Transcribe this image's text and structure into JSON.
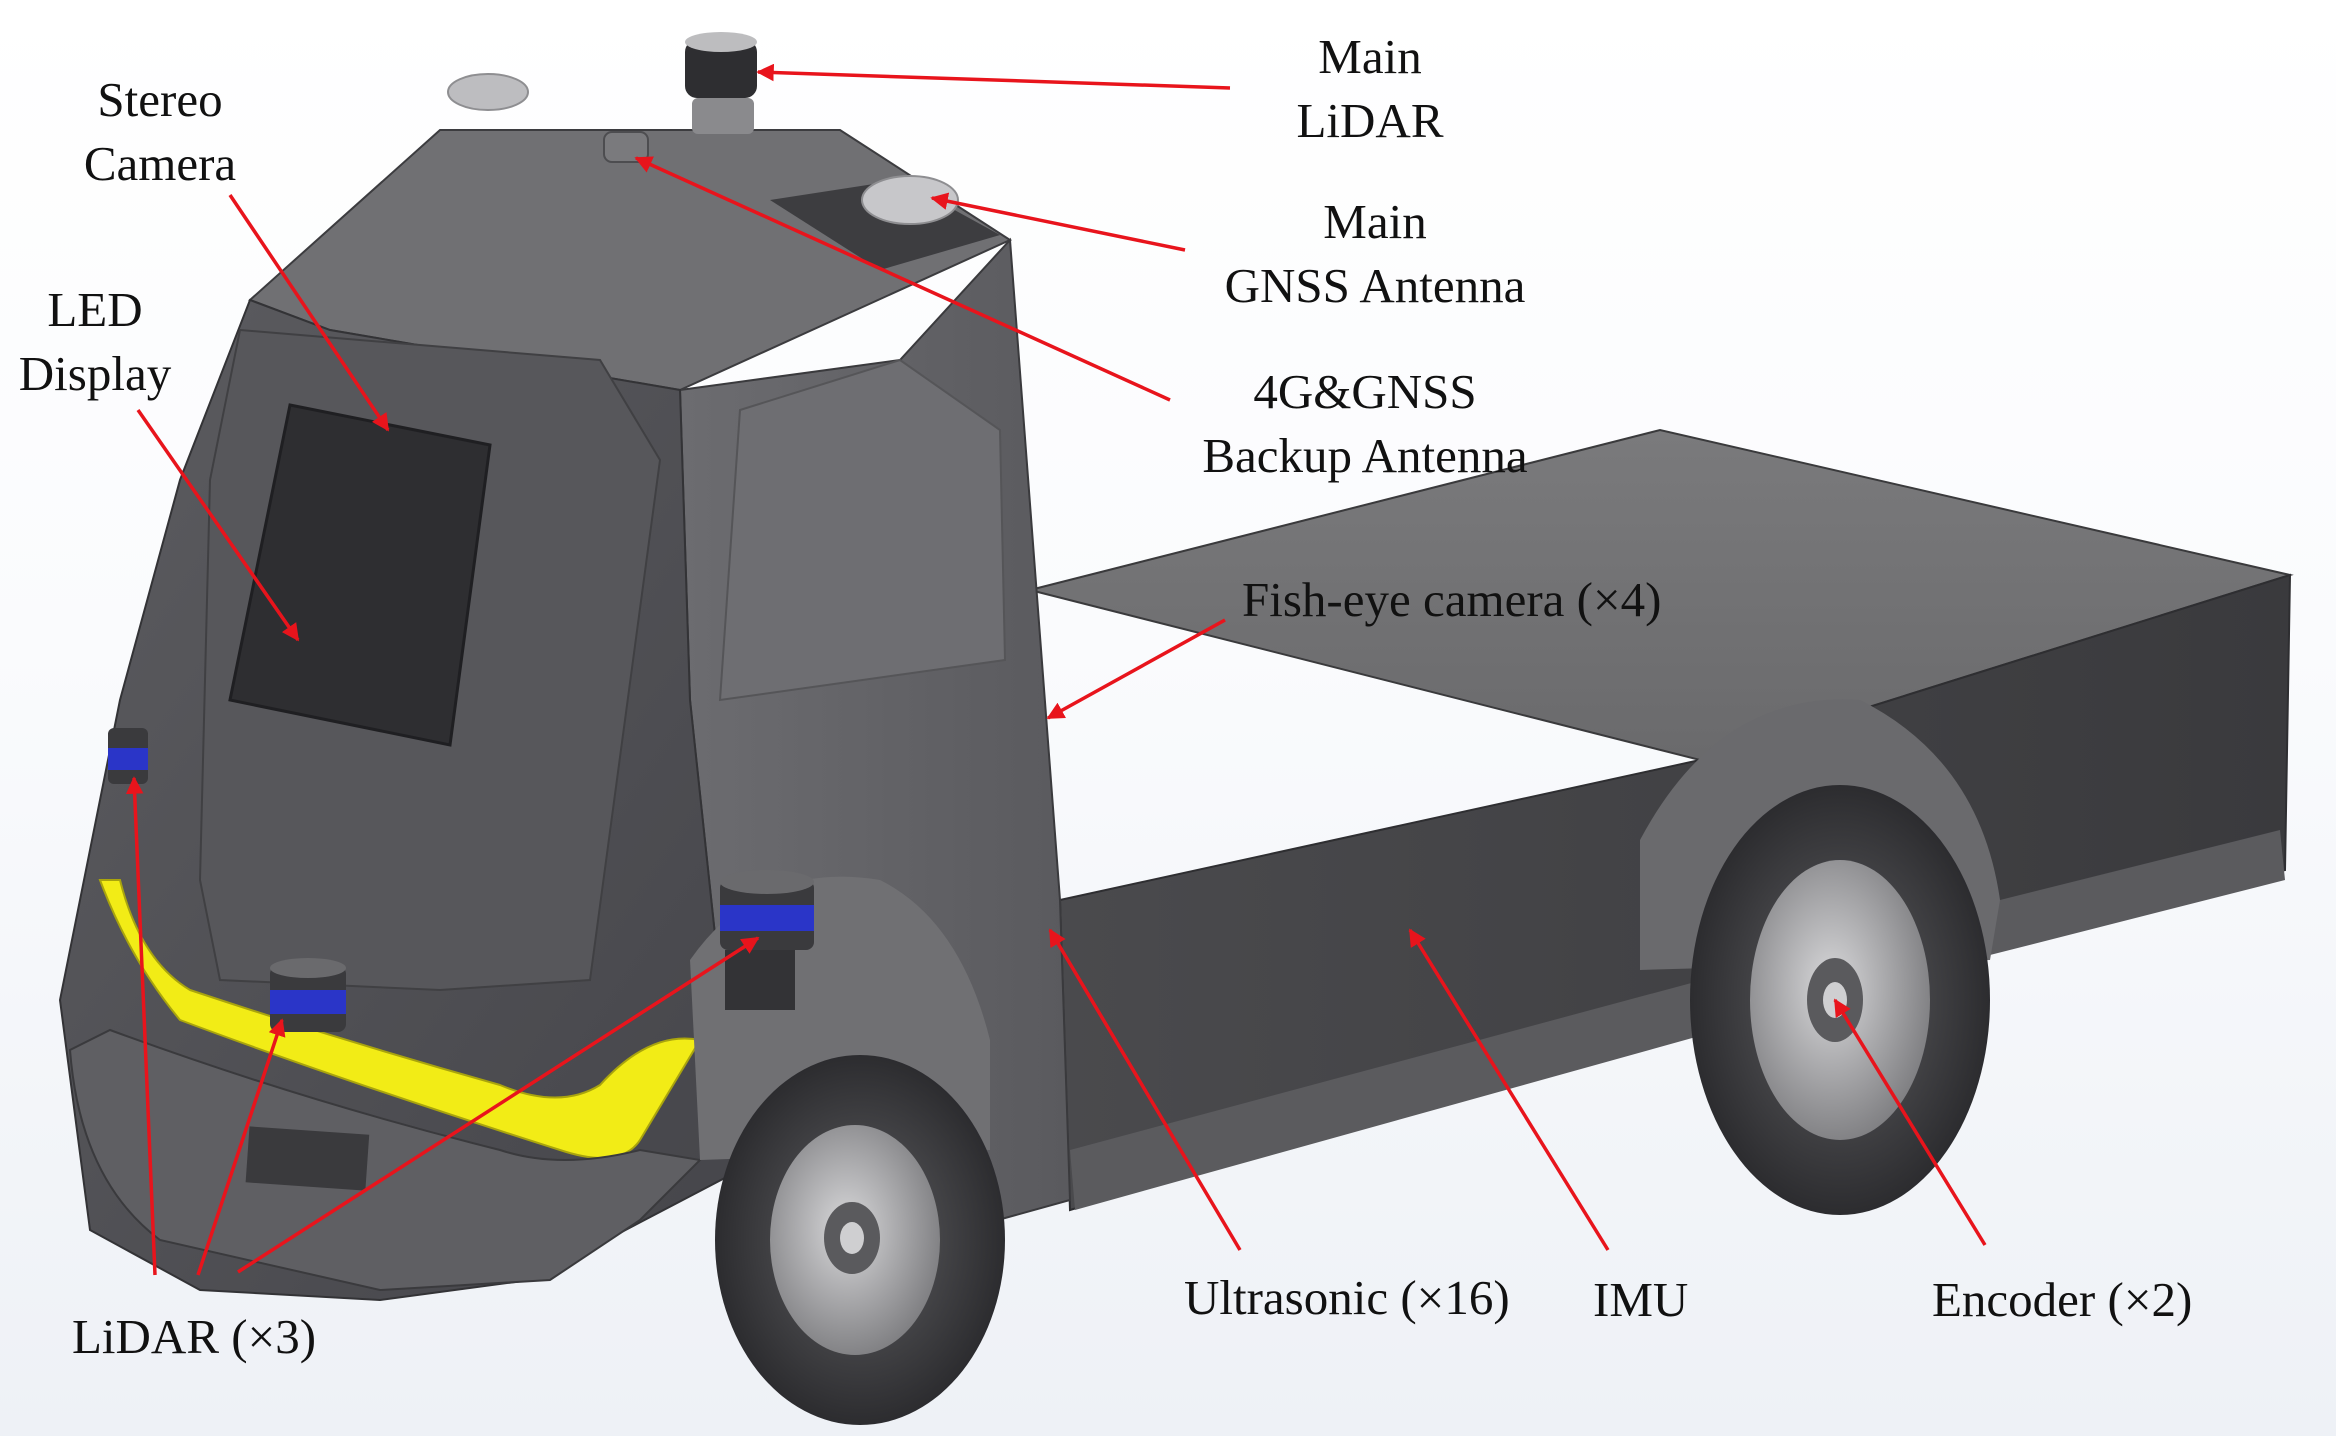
{
  "labels": {
    "main_lidar": [
      "Main",
      "LiDAR"
    ],
    "stereo_camera": [
      "Stereo",
      "Camera"
    ],
    "main_gnss": [
      "Main",
      "GNSS Antenna"
    ],
    "led_display": [
      "LED",
      "Display"
    ],
    "backup_antenna": [
      "4G&GNSS",
      "Backup Antenna"
    ],
    "fisheye": "Fish-eye camera (×4)",
    "lidar3": "LiDAR (×3)",
    "ultrasonic": "Ultrasonic (×16)",
    "imu": "IMU",
    "encoder": "Encoder (×2)"
  },
  "colors": {
    "body": "#5a5a5d",
    "body_light": "#8d8d90",
    "body_dark": "#3c3c3f",
    "yellow_bumper": "#f2ec16",
    "lidar_band": "#2a35c8",
    "callout_arrow": "#e8141c"
  }
}
